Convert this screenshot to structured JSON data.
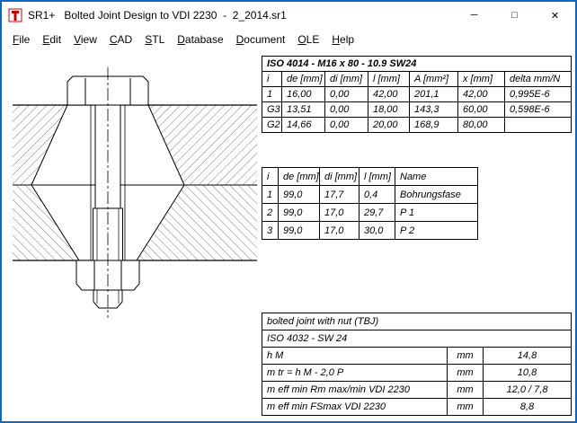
{
  "window": {
    "title": "SR1+   Bolted Joint Design to VDI 2230  -  2_2014.sr1",
    "minimize": "─",
    "maximize": "□",
    "close": "✕"
  },
  "menu": {
    "items": [
      "File",
      "Edit",
      "View",
      "CAD",
      "STL",
      "Database",
      "Document",
      "OLE",
      "Help"
    ]
  },
  "bolt_table": {
    "title": "ISO 4014 - M16 x 80 - 10.9 SW24",
    "headers": [
      "i",
      "de [mm]",
      "di [mm]",
      "l [mm]",
      "A [mm²]",
      "x [mm]",
      "delta mm/N"
    ],
    "rows": [
      [
        "1",
        "16,00",
        "0,00",
        "42,00",
        "201,1",
        "42,00",
        "0,995E-6"
      ],
      [
        "G3",
        "13,51",
        "0,00",
        "18,00",
        "143,3",
        "60,00",
        "0,598E-6"
      ],
      [
        "G2",
        "14,66",
        "0,00",
        "20,00",
        "168,9",
        "80,00",
        ""
      ]
    ]
  },
  "plate_table": {
    "headers": [
      "i",
      "de [mm]",
      "di [mm]",
      "l [mm]",
      "Name"
    ],
    "rows": [
      [
        "1",
        "99,0",
        "17,7",
        "0,4",
        "Bohrungsfase"
      ],
      [
        "2",
        "99,0",
        "17,0",
        "29,7",
        "P 1"
      ],
      [
        "3",
        "99,0",
        "17,0",
        "30,0",
        "P 2"
      ]
    ]
  },
  "nut_table": {
    "header_rows": [
      "bolted joint with nut (TBJ)",
      "ISO 4032 - SW 24"
    ],
    "rows": [
      {
        "label": "h M",
        "unit": "mm",
        "value": "14,8"
      },
      {
        "label": "m tr    =  h M - 2,0 P",
        "unit": "mm",
        "value": "10,8"
      },
      {
        "label": "m eff min Rm max/min VDI 2230",
        "unit": "mm",
        "value": "12,0 / 7,8"
      },
      {
        "label": "m eff min FSmax  VDI 2230",
        "unit": "mm",
        "value": "8,8"
      }
    ]
  }
}
